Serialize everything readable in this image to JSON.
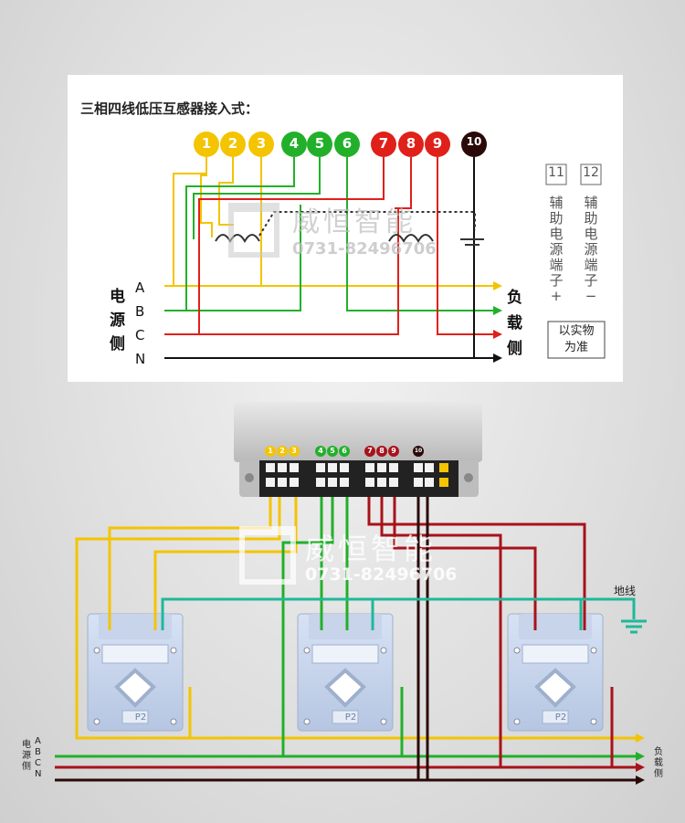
{
  "top_diagram": {
    "title": "三相四线低压互感器接入式：",
    "terminals": [
      "1",
      "2",
      "3",
      "4",
      "5",
      "6",
      "7",
      "8",
      "9",
      "10"
    ],
    "source_side": [
      "电",
      "源",
      "侧"
    ],
    "load_side": [
      "负",
      "载",
      "侧"
    ],
    "phases": [
      "A",
      "B",
      "C",
      "N"
    ],
    "aux_terminals": [
      "11",
      "12"
    ],
    "aux_left_label": [
      "辅",
      "助",
      "电",
      "源",
      "端",
      "子",
      "+"
    ],
    "aux_right_label": [
      "辅",
      "助",
      "电",
      "源",
      "端",
      "子",
      "−"
    ],
    "note": [
      "以实物",
      "为准"
    ]
  },
  "bottom_diagram": {
    "terminals": [
      "1",
      "2",
      "3",
      "4",
      "5",
      "6",
      "7",
      "8",
      "9",
      "10"
    ],
    "ct_label": "P2",
    "ground_label": "地线",
    "source_side": [
      "电",
      "源",
      "侧"
    ],
    "load_side": [
      "负",
      "载",
      "侧"
    ],
    "phases": [
      "A",
      "B",
      "C",
      "N"
    ]
  },
  "watermark": {
    "brand": "威恒智能",
    "phone": "0731-82496706"
  },
  "colors": {
    "yellow": "#f4c400",
    "green": "#22b02a",
    "red": "#e0201a",
    "dark_red": "#a8121a",
    "black": "#2a0a08"
  }
}
